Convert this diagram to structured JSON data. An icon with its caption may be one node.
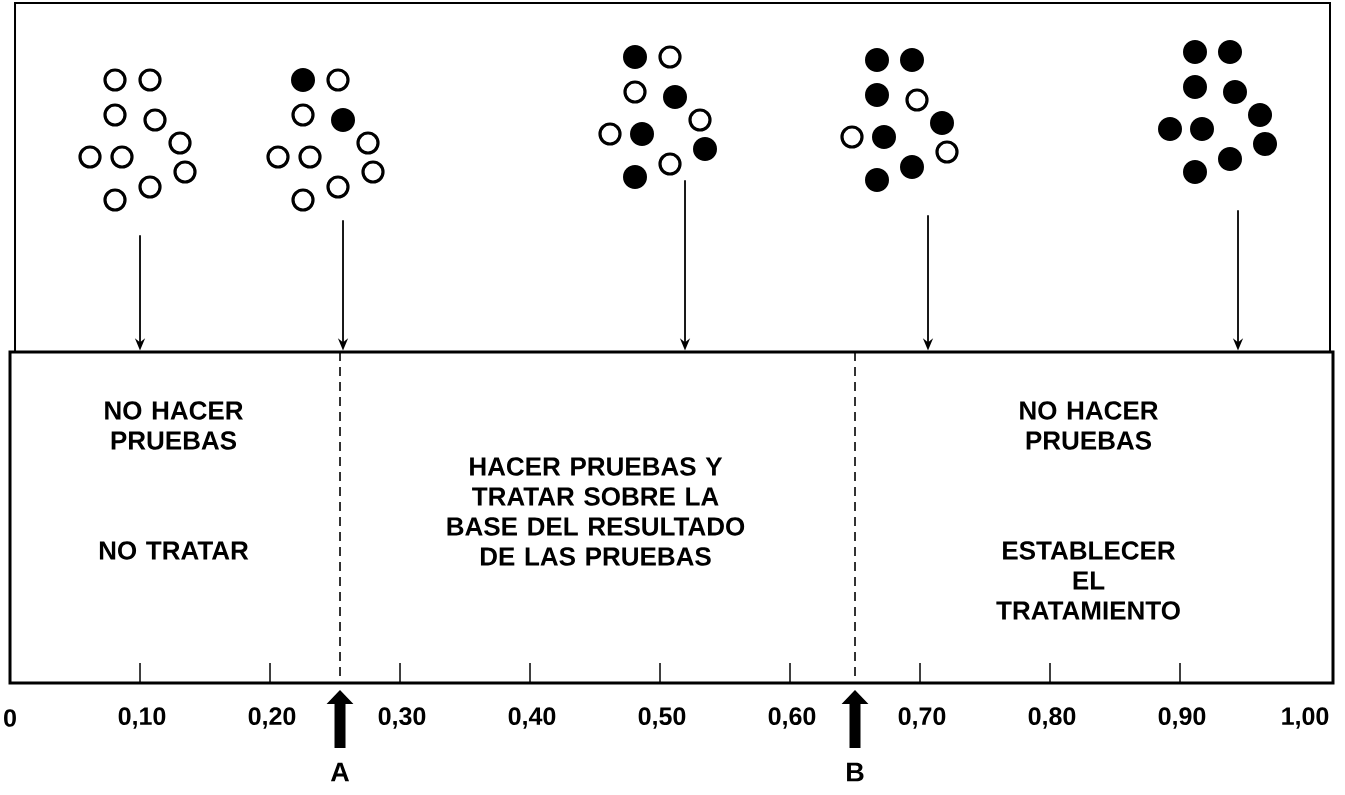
{
  "diagram": {
    "nodes": [
      {
        "text": [],
        "shape": "picture"
      },
      {
        "text": [],
        "shape": "picture"
      },
      {
        "text": [],
        "shape": "picture"
      },
      {
        "text": [],
        "shape": "picture"
      },
      {
        "text": [],
        "shape": "picture"
      },
      {
        "text": [],
        "shape": "box"
      },
      {
        "text": [
          "NO HACER PRUEBAS",
          "NO TRATAR"
        ],
        "in": 5
      },
      {
        "text": [
          "HACER PRUEBAS Y TRATAR SOBRE LA BASE DEL RESULTADO DE LAS PRUEBAS"
        ],
        "in": 5
      },
      {
        "text": [
          "NO HACER PRUEBAS",
          "ESTABLECER EL TRATAMIENTO"
        ],
        "in": 5
      }
    ],
    "edges": [
      {
        "from": 0,
        "to": 5,
        "arrow": "to"
      },
      {
        "from": 1,
        "to": 5,
        "arrow": "to"
      },
      {
        "from": 2,
        "to": 5,
        "arrow": "to"
      },
      {
        "from": 3,
        "to": 5,
        "arrow": "to"
      },
      {
        "from": 4,
        "to": 5,
        "arrow": "to"
      }
    ],
    "labels": [
      "0",
      "0,10",
      "0,20",
      "0,30",
      "0,40",
      "0,50",
      "0,60",
      "0,70",
      "0,80",
      "0,90",
      "1,00",
      "A",
      "B"
    ]
  }
}
